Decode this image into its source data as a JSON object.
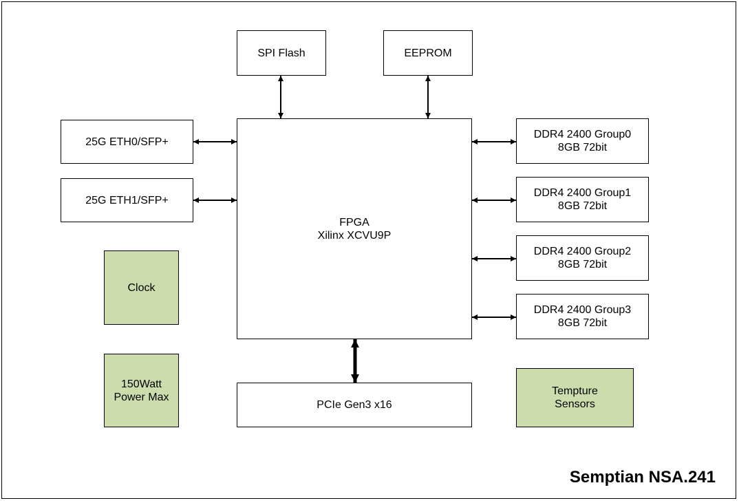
{
  "blocks": {
    "spi_flash": "SPI Flash",
    "eeprom": "EEPROM",
    "eth0": "25G ETH0/SFP+",
    "eth1": "25G ETH1/SFP+",
    "fpga": {
      "line1": "FPGA",
      "line2": "Xilinx XCVU9P"
    },
    "clock": "Clock",
    "power": {
      "line1": "150Watt",
      "line2": "Power Max"
    },
    "pcie": "PCIe Gen3 x16",
    "ddr": [
      {
        "line1": "DDR4 2400 Group0",
        "line2": "8GB 72bit"
      },
      {
        "line1": "DDR4 2400 Group1",
        "line2": "8GB 72bit"
      },
      {
        "line1": "DDR4 2400 Group2",
        "line2": "8GB 72bit"
      },
      {
        "line1": "DDR4 2400 Group3",
        "line2": "8GB 72bit"
      }
    ],
    "sensors": {
      "line1": "Tempture",
      "line2": "Sensors"
    }
  },
  "brand": "Semptian NSA.241",
  "colors": {
    "green_fill": "#cddcac",
    "border": "#000000"
  }
}
